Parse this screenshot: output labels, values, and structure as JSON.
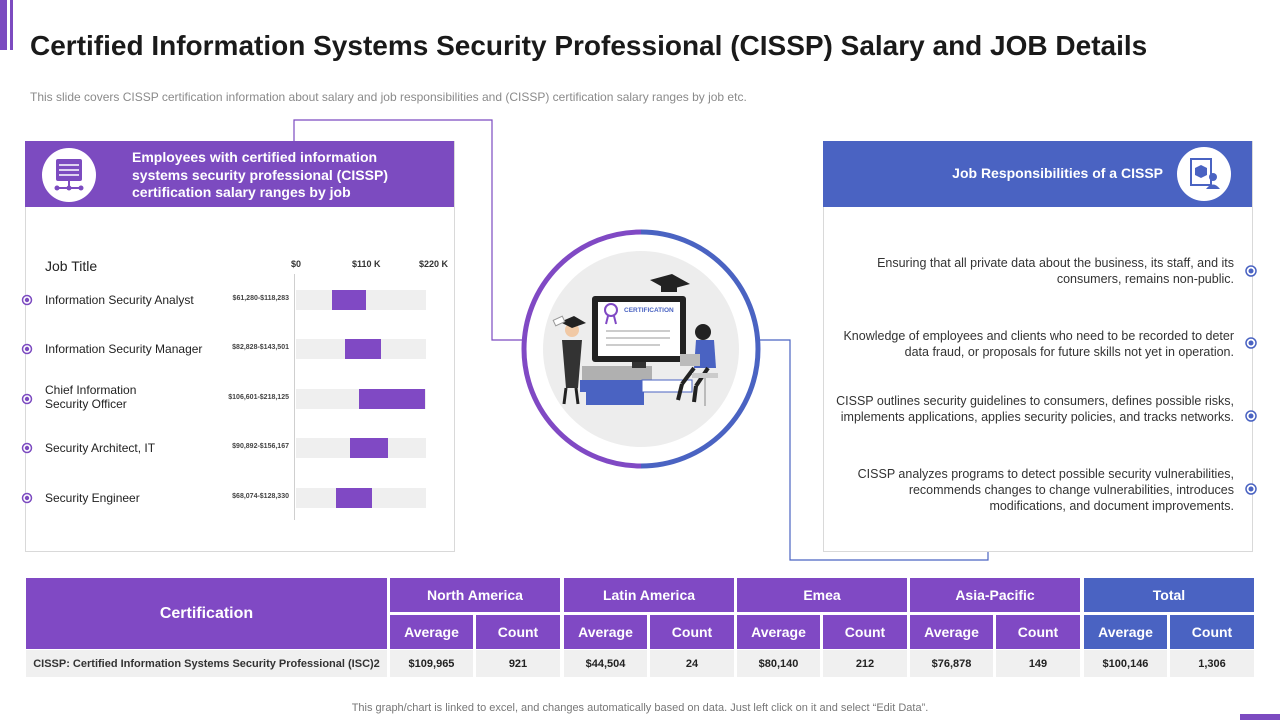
{
  "header": {
    "title": "Certified Information Systems Security Professional (CISSP) Salary and JOB Details",
    "subtitle": "This slide covers CISSP certification information about salary and job responsibilities and (CISSP) certification salary ranges by job etc."
  },
  "left_panel": {
    "heading": "Employees with certified information systems security professional (CISSP) certification salary ranges by job",
    "icon": "server-network-icon",
    "job_title_header": "Job Title",
    "axis_ticks": [
      "$0",
      "$110 K",
      "$220 K"
    ],
    "jobs": [
      {
        "title": "Information Security Analyst",
        "range": "$61,280-$118,283"
      },
      {
        "title": "Information Security Manager",
        "range": "$82,828-$143,501"
      },
      {
        "title": "Chief Information Security Officer",
        "range": "$106,601-$218,125"
      },
      {
        "title": "Security Architect, IT",
        "range": "$90,892-$156,167"
      },
      {
        "title": "Security Engineer",
        "range": "$68,074-$128,330"
      }
    ]
  },
  "chart_data": {
    "type": "bar",
    "categories": [
      "Information Security Analyst",
      "Information Security Manager",
      "Chief Information Security Officer",
      "Security Architect, IT",
      "Security Engineer"
    ],
    "series": [
      {
        "values": [
          [
            61280,
            118283
          ],
          [
            82828,
            143501
          ],
          [
            106601,
            218125
          ],
          [
            90892,
            156167
          ],
          [
            68074,
            128330
          ]
        ]
      }
    ],
    "xlim": [
      0,
      220000
    ],
    "tick_labels": [
      "$0",
      "$110 K",
      "$220 K"
    ]
  },
  "right_panel": {
    "heading": "Job Responsibilities of a CISSP",
    "icon": "user-cube-icon",
    "items": [
      "Ensuring that all private data about the business, its staff, and its consumers, remains non-public.",
      "Knowledge of employees and clients who need to be recorded to deter data fraud, or proposals for future skills not yet in operation.",
      "CISSP outlines security guidelines to consumers, defines possible risks, implements applications, applies security policies, and tracks networks.",
      "CISSP analyzes programs to detect possible security vulnerabilities, recommends changes to change vulnerabilities, introduces modifications, and document improvements."
    ]
  },
  "center": {
    "illustration_label": "CERTIFICATION"
  },
  "table": {
    "corner_label": "Certification",
    "regions": [
      "North America",
      "Latin America",
      "Emea",
      "Asia-Pacific",
      "Total"
    ],
    "sub_headers": [
      "Average",
      "Count"
    ],
    "row": {
      "name": "CISSP: Certified Information Systems Security Professional (ISC)2",
      "values": [
        "$109,965",
        "921",
        "$44,504",
        "24",
        "$80,140",
        "212",
        "$76,878",
        "149",
        "$100,146",
        "1,306"
      ]
    }
  },
  "footer": "This graph/chart is linked to excel, and changes automatically based on data. Just left click on it and select “Edit Data”.",
  "colors": {
    "purple": "#8049c4",
    "blue": "#4a63c2",
    "gray_row": "#f0f0f0"
  }
}
